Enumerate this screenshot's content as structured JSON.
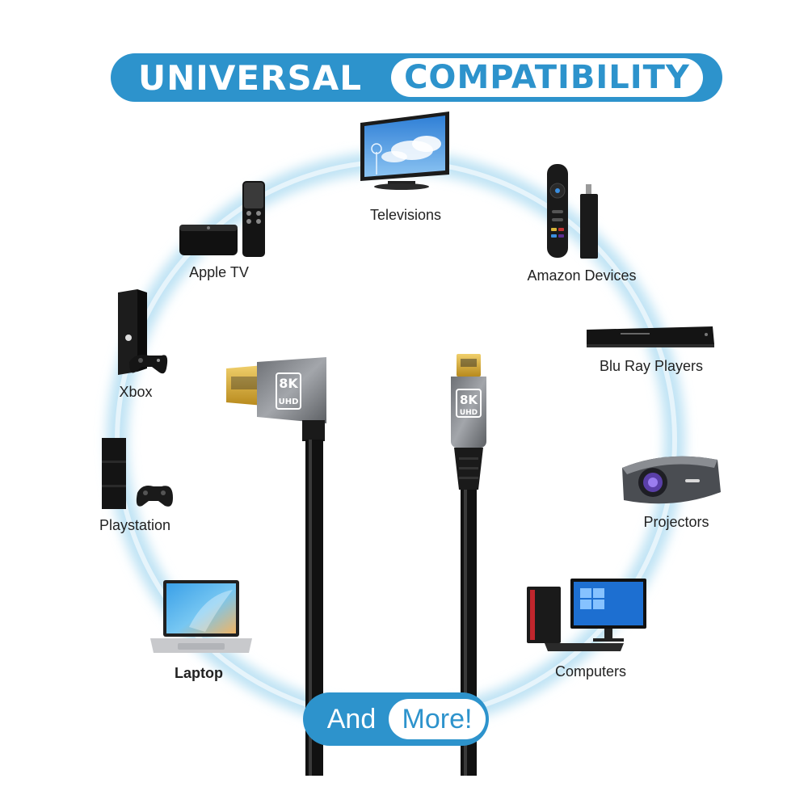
{
  "banner": {
    "left_text": "UNIVERSAL",
    "right_text": "COMPATIBILITY"
  },
  "devices": {
    "televisions": "Televisions",
    "apple_tv": "Apple TV",
    "amazon": "Amazon Devices",
    "xbox": "Xbox",
    "bluray": "Blu Ray Players",
    "playstation": "Playstation",
    "projectors": "Projectors",
    "laptop": "Laptop",
    "computers": "Computers"
  },
  "connectors": {
    "left_badge_top": "8K",
    "left_badge_bottom": "UHD",
    "right_badge_top": "8K",
    "right_badge_bottom": "UHD"
  },
  "footer": {
    "left_text": "And",
    "right_text": "More!"
  },
  "colors": {
    "accent": "#2d93cc",
    "glow": "#bfe3f4"
  }
}
